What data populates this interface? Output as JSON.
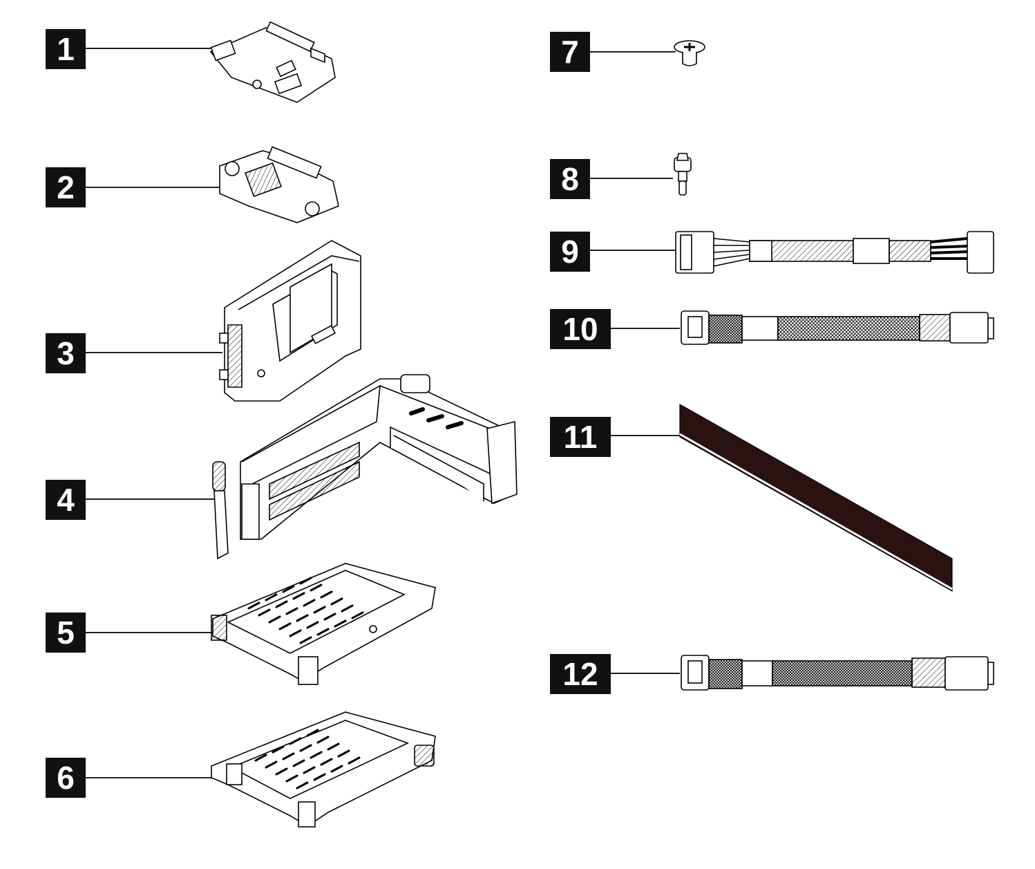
{
  "diagram": {
    "callouts": [
      {
        "id": "1",
        "part": "board-with-connectors"
      },
      {
        "id": "2",
        "part": "heatsink-interposer-board"
      },
      {
        "id": "3",
        "part": "drive-filler-bracket"
      },
      {
        "id": "4",
        "part": "riser-cage"
      },
      {
        "id": "5",
        "part": "drive-cage"
      },
      {
        "id": "6",
        "part": "drive-cage-with-latch"
      },
      {
        "id": "7",
        "part": "screw"
      },
      {
        "id": "8",
        "part": "thumbscrew"
      },
      {
        "id": "9",
        "part": "power-cable"
      },
      {
        "id": "10",
        "part": "signal-cable"
      },
      {
        "id": "11",
        "part": "thermal-foam-strip"
      },
      {
        "id": "12",
        "part": "signal-cable-long"
      }
    ],
    "colors": {
      "callout_bg": "#111111",
      "callout_text": "#ffffff",
      "line": "#000000",
      "strip": "#2a1212"
    }
  }
}
